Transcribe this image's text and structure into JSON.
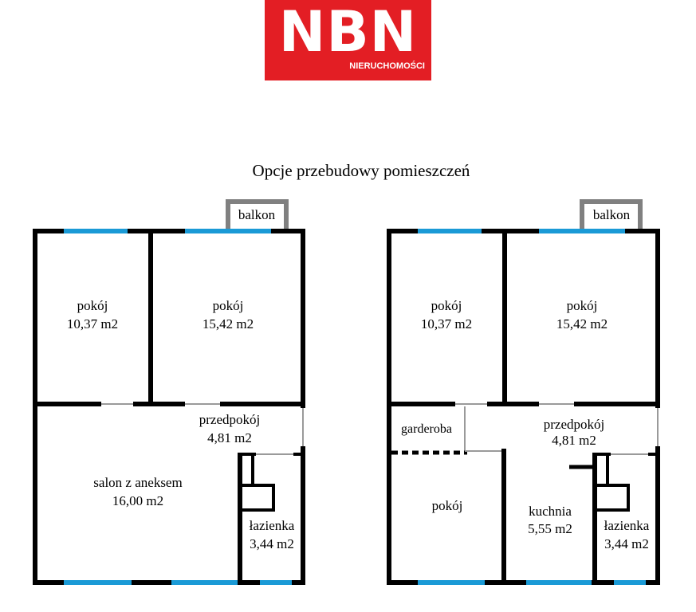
{
  "logo": {
    "word": "NBN",
    "subtitle": "NIERUCHOMOŚCI",
    "color": "#e31e24"
  },
  "title": "Opcje przebudowy pomieszczeń",
  "colors": {
    "wall": "#000000",
    "window": "#1a9ad6",
    "door": "#9a9a9a",
    "balcony": "#808080"
  },
  "plan_left": {
    "balcony": "balkon",
    "rooms": [
      {
        "name": "pokój",
        "area": "10,37 m2"
      },
      {
        "name": "pokój",
        "area": "15,42 m2"
      },
      {
        "name": "przedpokój",
        "area": "4,81 m2"
      },
      {
        "name": "salon z aneksem",
        "area": "16,00 m2"
      },
      {
        "name": "łazienka",
        "area": "3,44 m2"
      }
    ]
  },
  "plan_right": {
    "balcony": "balkon",
    "rooms": [
      {
        "name": "pokój",
        "area": "10,37 m2"
      },
      {
        "name": "pokój",
        "area": "15,42 m2"
      },
      {
        "name": "garderoba"
      },
      {
        "name": "przedpokój",
        "area": "4,81 m2"
      },
      {
        "name": "pokój"
      },
      {
        "name": "kuchnia",
        "area": "5,55 m2"
      },
      {
        "name": "łazienka",
        "area": "3,44 m2"
      }
    ]
  }
}
